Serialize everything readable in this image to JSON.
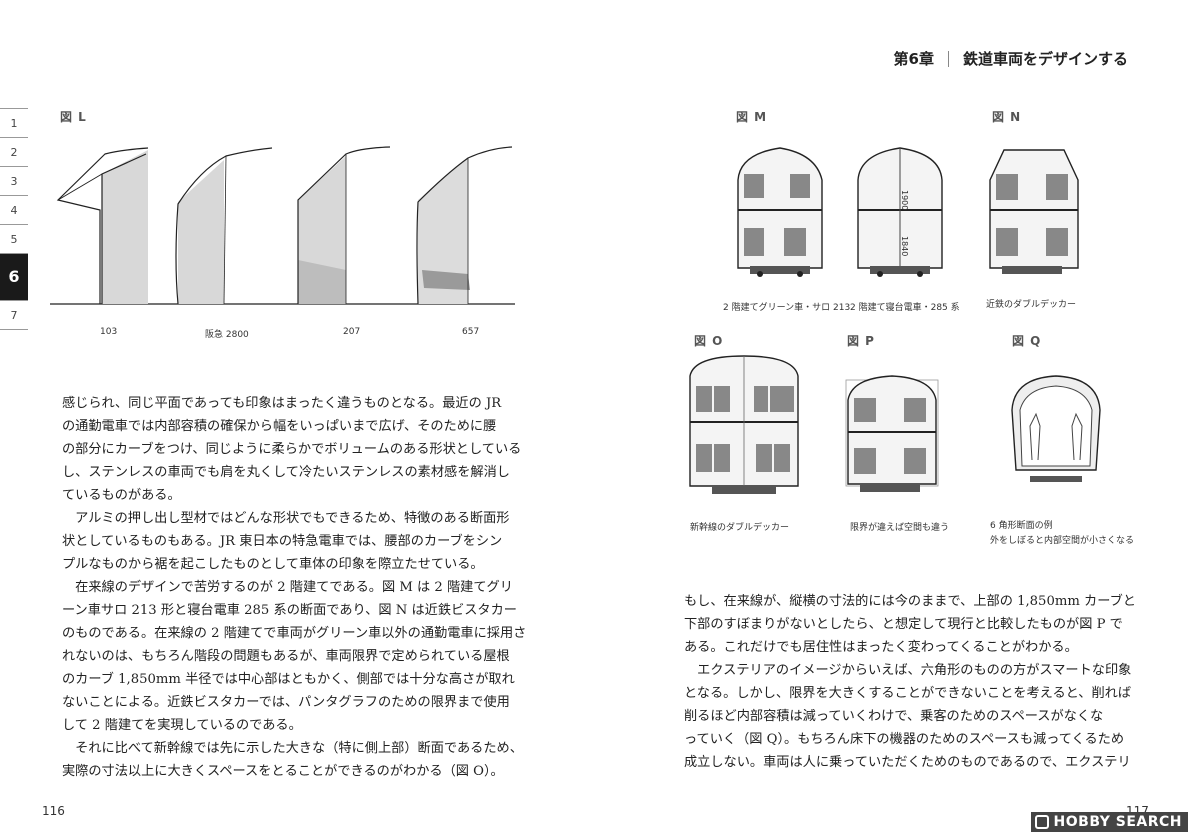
{
  "header": {
    "chapter": "第6章",
    "title": "鉄道車両をデザインする"
  },
  "tabs": [
    "1",
    "2",
    "3",
    "4",
    "5",
    "6",
    "7"
  ],
  "active_tab": "6",
  "figures": {
    "L": {
      "label": "図 L",
      "captions": [
        "103",
        "阪急 2800",
        "207",
        "657"
      ]
    },
    "M": {
      "label": "図 M",
      "captions": [
        "2 階建てグリーン車・サロ 213",
        "2 階建て寝台電車・285 系"
      ],
      "dim1": "1900",
      "dim2": "1840"
    },
    "N": {
      "label": "図 N",
      "caption": "近鉄のダブルデッカー"
    },
    "O": {
      "label": "図 O",
      "caption": "新幹線のダブルデッカー"
    },
    "P": {
      "label": "図 P",
      "caption": "限界が違えば空間も違う"
    },
    "Q": {
      "label": "図 Q",
      "caption_line1": "6 角形断面の例",
      "caption_line2": "外をしぼると内部空間が小さくなる"
    }
  },
  "left_text": [
    "感じられ、同じ平面であっても印象はまったく違うものとなる。最近の JR",
    "の通勤電車では内部容積の確保から幅をいっぱいまで広げ、そのために腰",
    "の部分にカーブをつけ、同じように柔らかでボリュームのある形状としている",
    "し、ステンレスの車両でも肩を丸くして冷たいステンレスの素材感を解消し",
    "ているものがある。",
    "　アルミの押し出し型材ではどんな形状でもできるため、特徴のある断面形",
    "状としているものもある。JR 東日本の特急電車では、腰部のカーブをシン",
    "プルなものから裾を起こしたものとして車体の印象を際立たせている。",
    "　在来線のデザインで苦労するのが 2 階建てである。図 M は 2 階建てグリ",
    "ーン車サロ 213 形と寝台電車 285 系の断面であり、図 N は近鉄ビスタカー",
    "のものである。在来線の 2 階建てで車両がグリーン車以外の通勤電車に採用さ",
    "れないのは、もちろん階段の問題もあるが、車両限界で定められている屋根",
    "のカーブ 1,850mm 半径では中心部はともかく、側部では十分な高さが取れ",
    "ないことによる。近鉄ビスタカーでは、パンタグラフのための限界まで使用",
    "して 2 階建てを実現しているのである。",
    "　それに比べて新幹線では先に示した大きな（特に側上部）断面であるため、",
    "実際の寸法以上に大きくスペースをとることができるのがわかる（図 O）。"
  ],
  "right_text": [
    "もし、在来線が、縦横の寸法的には今のままで、上部の 1,850mm カーブと",
    "下部のすぼまりがないとしたら、と想定して現行と比較したものが図 P で",
    "ある。これだけでも居住性はまったく変わってくることがわかる。",
    "　エクステリアのイメージからいえば、六角形のものの方がスマートな印象",
    "となる。しかし、限界を大きくすることができないことを考えると、削れば",
    "削るほど内部容積は減っていくわけで、乗客のためのスペースがなくな",
    "っていく（図 Q）。もちろん床下の機器のためのスペースも減ってくるため",
    "成立しない。車両は人に乗っていただくためのものであるので、エクステリ"
  ],
  "page_left": "116",
  "page_right": "117",
  "watermark": "HOBBY SEARCH"
}
